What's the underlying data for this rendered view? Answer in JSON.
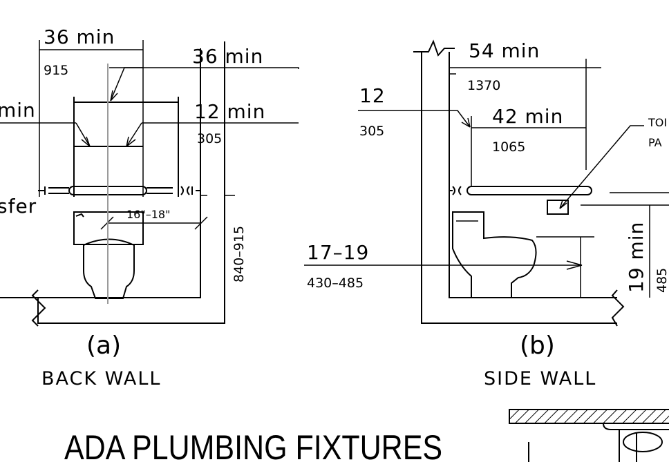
{
  "back_wall": {
    "dim_width_in": "36 min",
    "dim_width_mm": "915",
    "dim_right_in": "36 min",
    "dim_side_in": "12 min",
    "dim_side_mm": "305",
    "dim_left_fragment": "min",
    "transfer_fragment": "sfer",
    "centerline_dim": "16\"–18\"",
    "height_dim": "840–915",
    "letter": "(a)",
    "caption": "BACK WALL"
  },
  "side_wall": {
    "dim_total_in": "54 min",
    "dim_total_mm": "1370",
    "dim_grab_in": "42 min",
    "dim_grab_mm": "1065",
    "dim_offset_in": "12",
    "dim_offset_mm": "305",
    "seat_height_in": "17–19",
    "seat_height_mm": "430–485",
    "paper_label_line1": "TOI",
    "paper_label_line2": "PA",
    "paper_height_in": "19 min",
    "paper_height_mm": "485",
    "letter": "(b)",
    "caption": "SIDE WALL"
  },
  "page_title": "ADA PLUMBING FIXTURES"
}
